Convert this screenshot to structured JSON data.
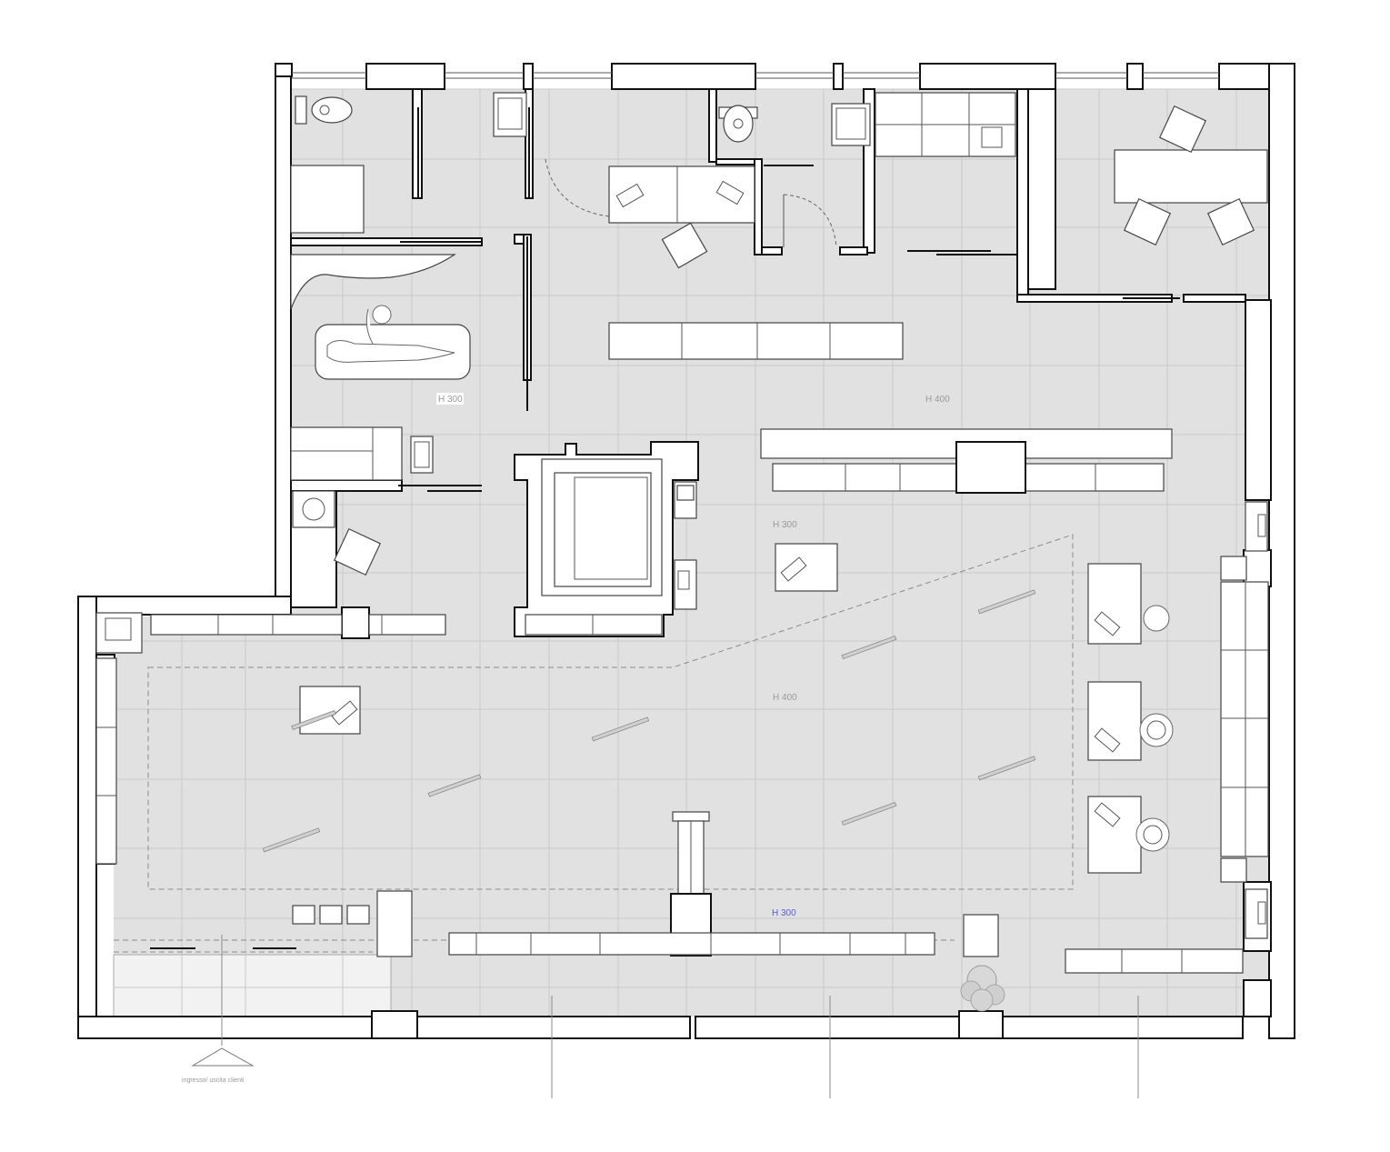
{
  "labels": {
    "height_h300_a": "H 300",
    "height_h400_a": "H 400",
    "height_h300_b": "H 300",
    "height_h400_b": "H 400",
    "height_h300_c": "H 300",
    "entrance": "ingresso/ uscita clienti"
  },
  "colors": {
    "floor": "#e1e1e1",
    "wall": "#111111",
    "accent_label": "#5a5ad0"
  },
  "icons": [
    "toilet-icon",
    "sink-icon",
    "desk-icon",
    "keyboard-icon",
    "chair-icon",
    "person-icon",
    "massage-table-icon",
    "plant-icon",
    "door-swing-icon"
  ]
}
